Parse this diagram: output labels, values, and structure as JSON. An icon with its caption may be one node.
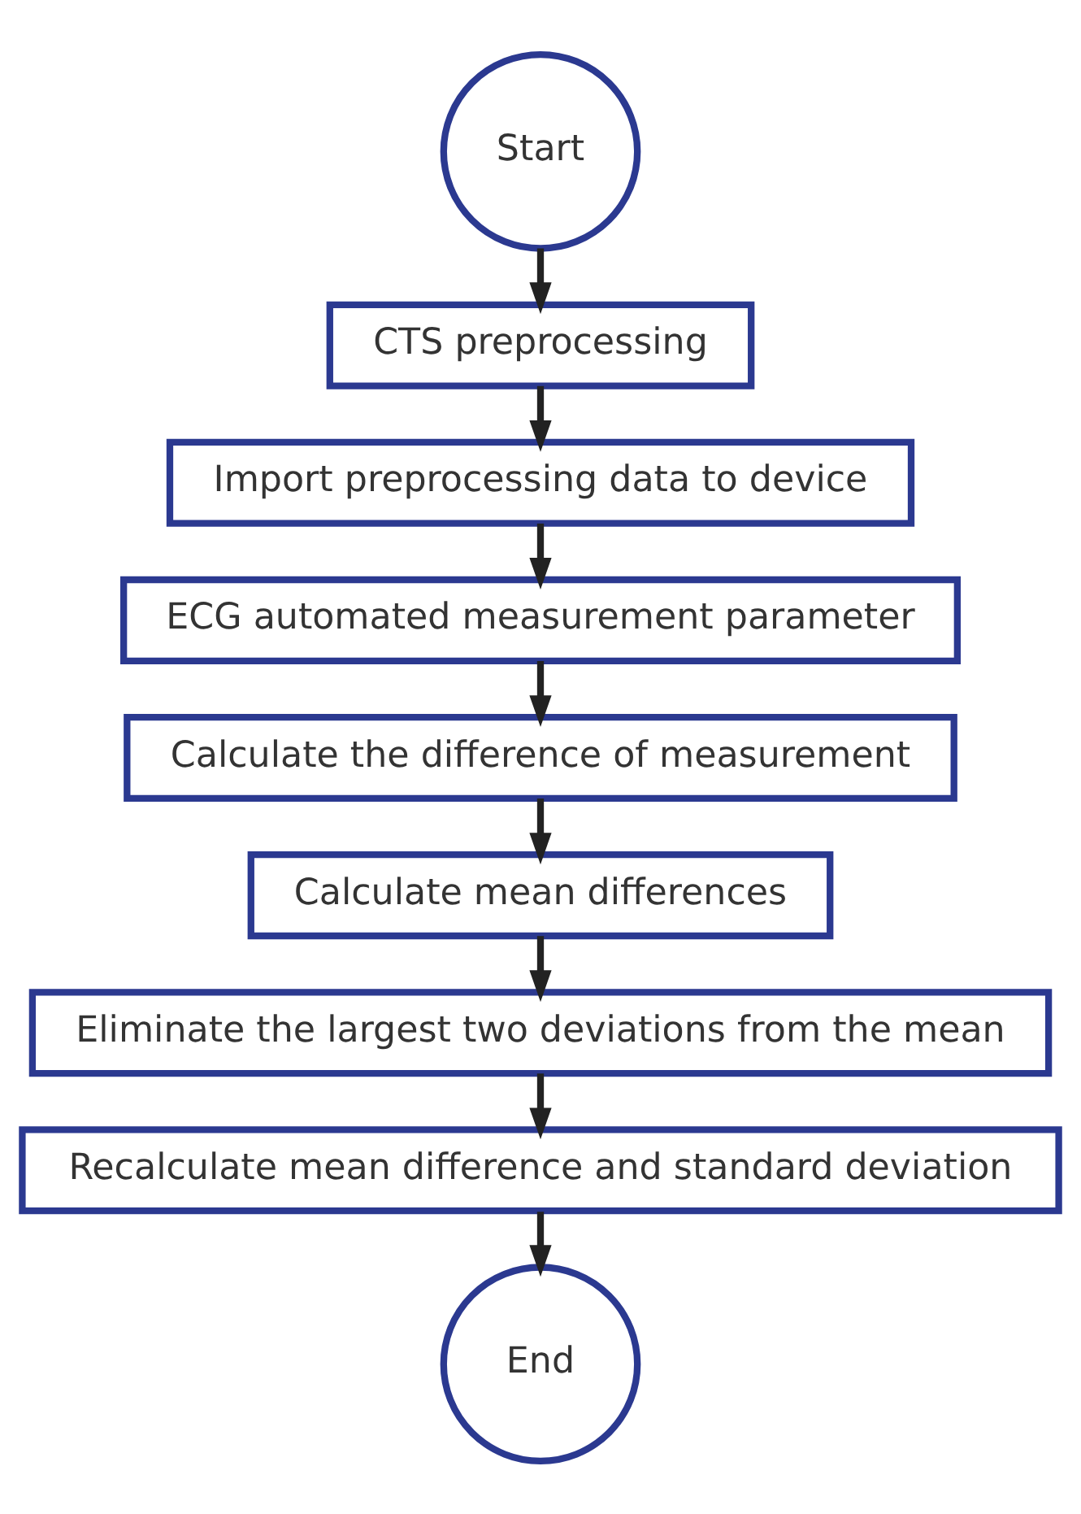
{
  "diagram": {
    "nodes": [
      {
        "text": [
          "Start"
        ]
      },
      {
        "text": [
          "CTS preprocessing"
        ]
      },
      {
        "text": [
          "Import preprocessing data to device"
        ]
      },
      {
        "text": [
          "ECG automated measurement parameter"
        ]
      },
      {
        "text": [
          "Calculate the difference of measurement"
        ]
      },
      {
        "text": [
          "Calculate mean differences"
        ]
      },
      {
        "text": [
          "Eliminate the largest two deviations from the mean"
        ]
      },
      {
        "text": [
          "Recalculate mean difference and standard deviation"
        ]
      },
      {
        "text": [
          "End"
        ]
      }
    ],
    "edges": [
      {
        "from": 0,
        "to": 1,
        "arrow": "to"
      },
      {
        "from": 1,
        "to": 2,
        "arrow": "to"
      },
      {
        "from": 2,
        "to": 3,
        "arrow": "to"
      },
      {
        "from": 3,
        "to": 4,
        "arrow": "to"
      },
      {
        "from": 4,
        "to": 5,
        "arrow": "to"
      },
      {
        "from": 5,
        "to": 6,
        "arrow": "to"
      },
      {
        "from": 6,
        "to": 7,
        "arrow": "to"
      },
      {
        "from": 7,
        "to": 8,
        "arrow": "to"
      }
    ]
  }
}
